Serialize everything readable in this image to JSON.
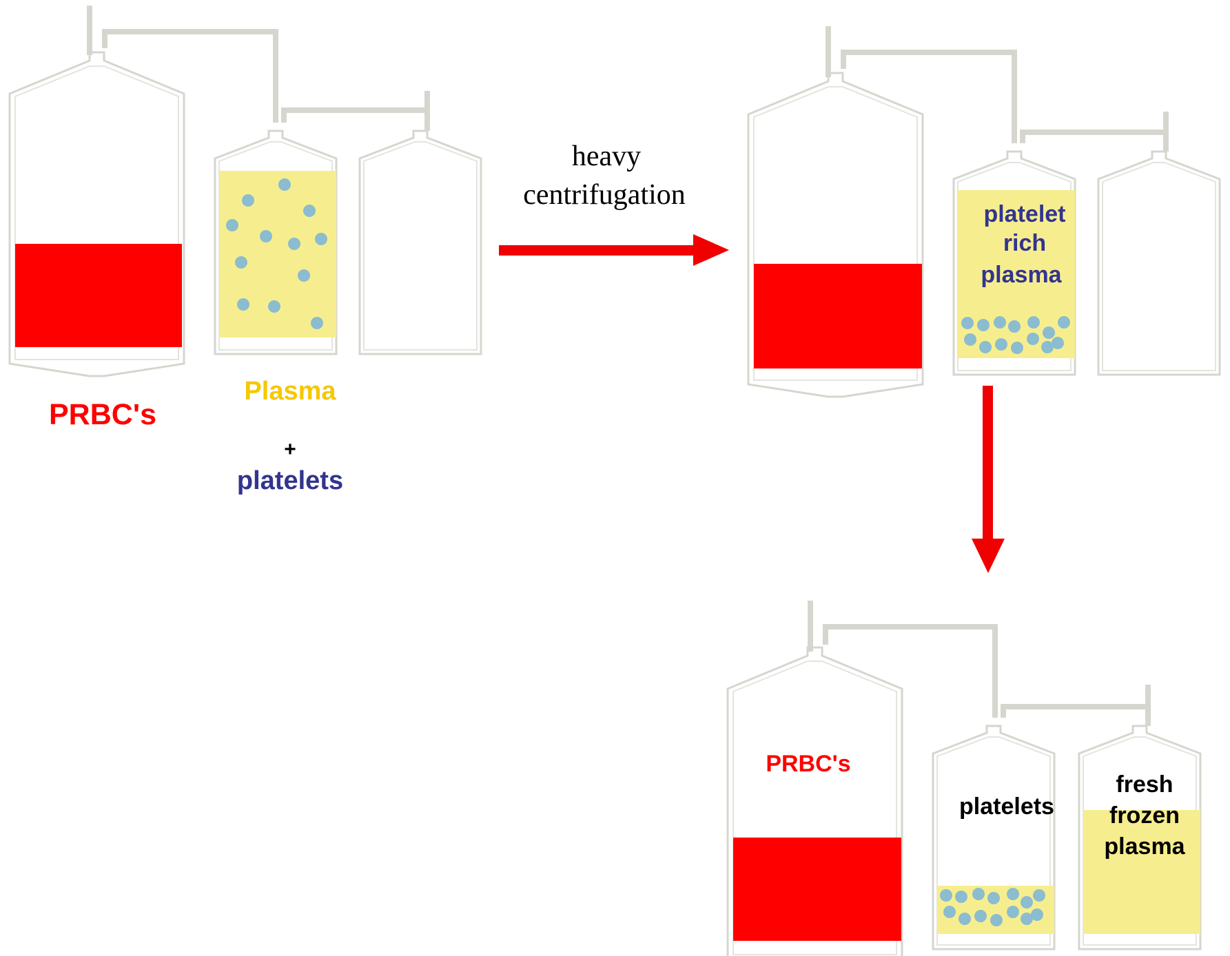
{
  "colors": {
    "bag_outline": "#d6d6cf",
    "tube": "#d6d6cf",
    "rbc": "#ff0000",
    "plasma": "#f6ee8e",
    "platelet_dot": "#8bbcd0",
    "arrow": "#f00000",
    "label_red": "#ff0000",
    "label_yellow": "#f5c800",
    "label_blue": "#33348f",
    "label_black": "#000000"
  },
  "stage1": {
    "label_prbc": "PRBC's",
    "label_plasma": "Plasma",
    "label_plus": "+",
    "label_platelets": "platelets"
  },
  "arrow1": {
    "line1": "heavy",
    "line2": "centrifugation"
  },
  "stage2": {
    "label_line1": "platelet",
    "label_line2": "rich",
    "label_line3": "plasma"
  },
  "stage3": {
    "label_prbc": "PRBC's",
    "label_platelets": "platelets",
    "label_ffp_line1": "fresh",
    "label_ffp_line2": "frozen",
    "label_ffp_line3": "plasma"
  }
}
